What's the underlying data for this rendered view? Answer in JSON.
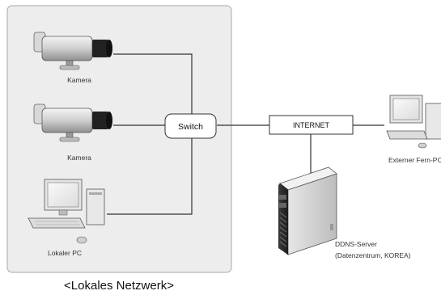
{
  "local_network": {
    "caption": "<Lokales Netzwerk>",
    "camera_top_label": "Kamera",
    "camera_bottom_label": "Kamera",
    "local_pc_label": "Lokaler PC",
    "switch_label": "Switch"
  },
  "internet": {
    "label": "INTERNET"
  },
  "remote_pc": {
    "label": "Externer Fern-PC"
  },
  "ddns_server": {
    "label_line1": "DDNS-Server",
    "label_line2": "(Datenzentrum, KOREA)"
  },
  "colors": {
    "panel_fill": "#ededed",
    "panel_stroke": "#a8a8a8",
    "line": "#333333"
  }
}
